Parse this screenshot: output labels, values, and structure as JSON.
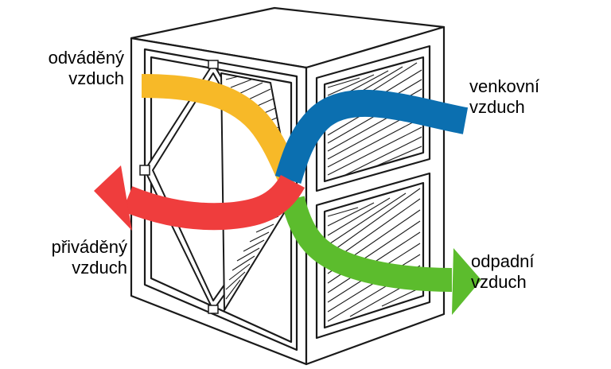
{
  "labels": {
    "exhaust_air": {
      "line1": "odváděný",
      "line2": "vzduch"
    },
    "outdoor_air": {
      "line1": "venkovní",
      "line2": "vzduch"
    },
    "supply_air": {
      "line1": "přiváděný",
      "line2": "vzduch"
    },
    "waste_air": {
      "line1": "odpadní",
      "line2": "vzduch"
    }
  },
  "colors": {
    "exhaust_stream": "#f7b928",
    "outdoor_stream": "#0b6fb0",
    "supply_stream": "#ef3d3d",
    "waste_stream": "#5cbc2d",
    "outline": "#1a1a1a"
  }
}
